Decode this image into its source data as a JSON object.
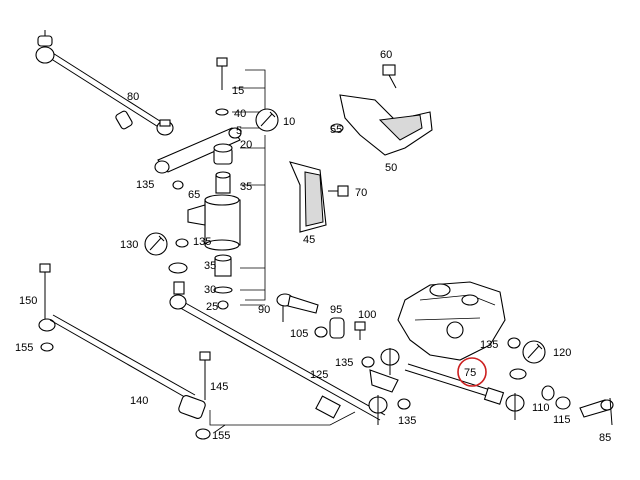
{
  "diagram": {
    "highlight_color": "#cc1f1f",
    "labels": {
      "p80": "80",
      "p15": "15",
      "p40": "40",
      "p10": "10",
      "p5": "5",
      "p20": "20",
      "p35a": "35",
      "p135a": "135",
      "p65": "65",
      "p135b": "135",
      "p130": "130",
      "p35b": "35",
      "p30": "30",
      "p25": "25",
      "p60": "60",
      "p55": "55",
      "p50": "50",
      "p70": "70",
      "p45": "45",
      "p150": "150",
      "p155a": "155",
      "p90": "90",
      "p95": "95",
      "p100": "100",
      "p105": "105",
      "p135c": "135",
      "p120": "120",
      "p75": "75",
      "p125": "125",
      "p135d": "135",
      "p145": "145",
      "p140": "140",
      "p155b": "155",
      "p135e": "135",
      "p110": "110",
      "p115": "115",
      "p85": "85"
    }
  }
}
